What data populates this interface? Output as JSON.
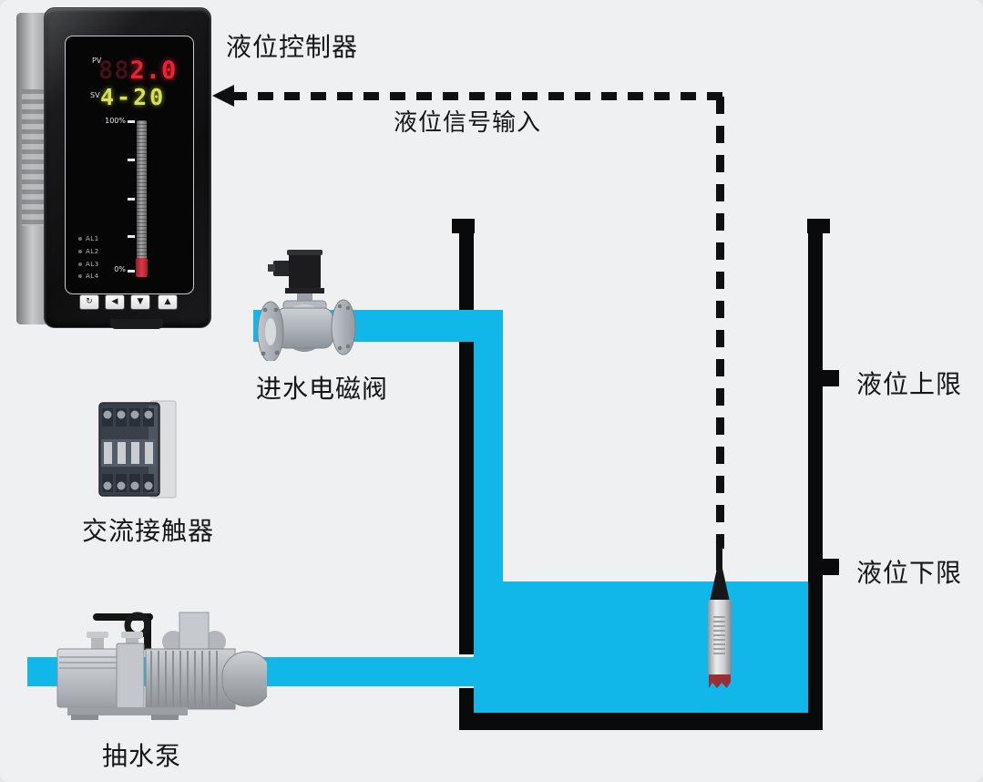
{
  "labels": {
    "controller": "液位控制器",
    "signal": "液位信号输入",
    "valve": "进水电磁阀",
    "contactor": "交流接触器",
    "pump": "抽水泵",
    "upper_limit": "液位上限",
    "lower_limit": "液位下限"
  },
  "controller_display": {
    "pv_label": "PV",
    "pv_ghost": "88",
    "pv_value": "2.0",
    "sv_label": "SV",
    "sv_value": "4-20",
    "scale_top": "100%",
    "scale_bottom": "0%",
    "alarm_labels": [
      "AL1",
      "AL2",
      "AL3",
      "AL4"
    ],
    "buttons": [
      {
        "name": "cycle",
        "glyph": "↻"
      },
      {
        "name": "left",
        "glyph": "◀"
      },
      {
        "name": "down",
        "glyph": "▼"
      },
      {
        "name": "up",
        "glyph": "▲"
      }
    ]
  },
  "colors": {
    "water": "#12b7e9",
    "tank": "#0a0a0b",
    "pv_red": "#f0212f",
    "sv_green": "#d8e14e",
    "background": "#eff0f1"
  }
}
